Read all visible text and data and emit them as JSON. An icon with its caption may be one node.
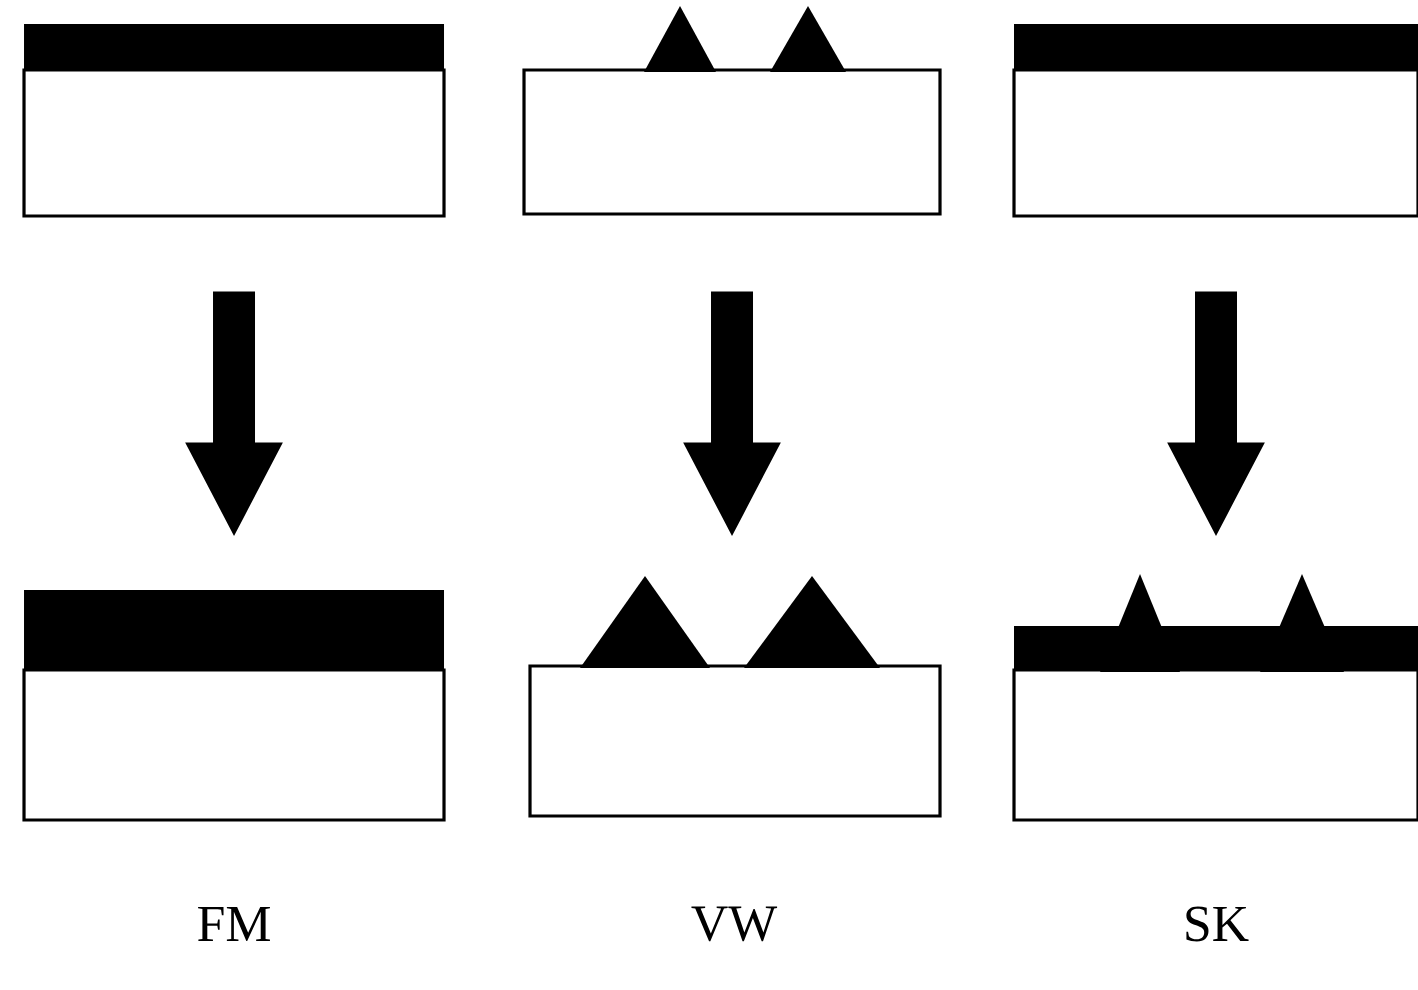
{
  "diagram": {
    "nodes": [
      {
        "text": [],
        "shape": "box"
      },
      {
        "text": [],
        "shape": "box"
      },
      {
        "text": [],
        "shape": "box"
      },
      {
        "text": [],
        "shape": "box"
      },
      {
        "text": [],
        "shape": "box"
      },
      {
        "text": [],
        "shape": "box"
      }
    ],
    "edges": [
      {
        "from": 0,
        "to": 3,
        "arrow": "to"
      },
      {
        "from": 1,
        "to": 4,
        "arrow": "to"
      },
      {
        "from": 2,
        "to": 5,
        "arrow": "to"
      }
    ],
    "labels": [
      "FM",
      "VW",
      "SK"
    ]
  }
}
